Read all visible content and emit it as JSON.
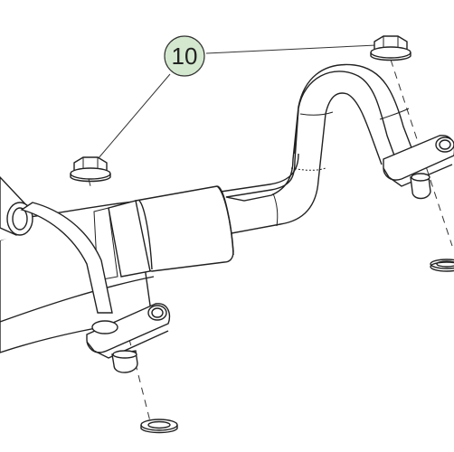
{
  "callout": {
    "number": "10",
    "fill_color": "#d4e8cf",
    "stroke_color": "#333333"
  },
  "parts": {
    "top_right_nut": "hex-flange-nut",
    "left_nut": "hex-flange-nut",
    "pipe": "bent-exhaust-pipe",
    "coupler": "pipe-coupler-sleeve",
    "left_flange": "pipe-flange",
    "right_flange": "pipe-flange",
    "left_gasket": "gasket-ring",
    "right_gasket": "gasket-ring"
  },
  "colors": {
    "line": "#222222",
    "background": "#ffffff"
  }
}
